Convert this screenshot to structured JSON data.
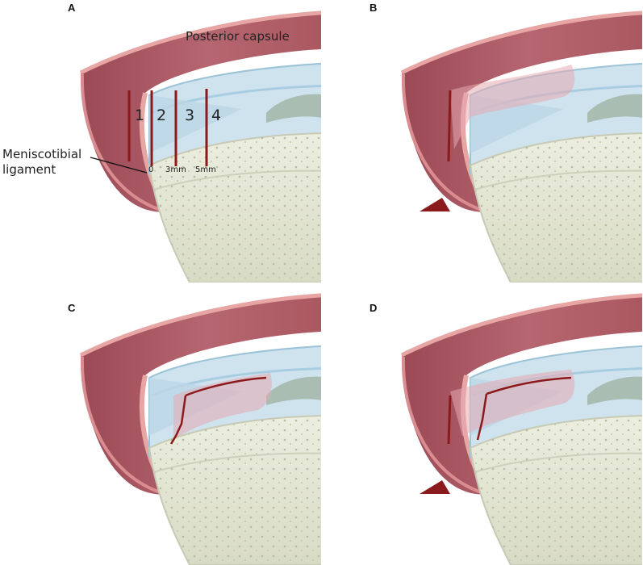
{
  "panels": [
    {
      "letter": "A",
      "capsule_label": "Posterior capsule",
      "zones": [
        "1",
        "2",
        "3",
        "4"
      ],
      "distances": [
        "0",
        "3mm",
        "5mm"
      ],
      "ligament_label_line1": "Meniscotibial",
      "ligament_label_line2": "ligament"
    },
    {
      "letter": "B"
    },
    {
      "letter": "C"
    },
    {
      "letter": "D"
    }
  ],
  "colors": {
    "capsule": "#b9646c",
    "capsule_edge": "#e7a5a4",
    "meniscus": "#cfe3ef",
    "bone": "#e3e5d2",
    "tear": "#8b1a1c"
  }
}
